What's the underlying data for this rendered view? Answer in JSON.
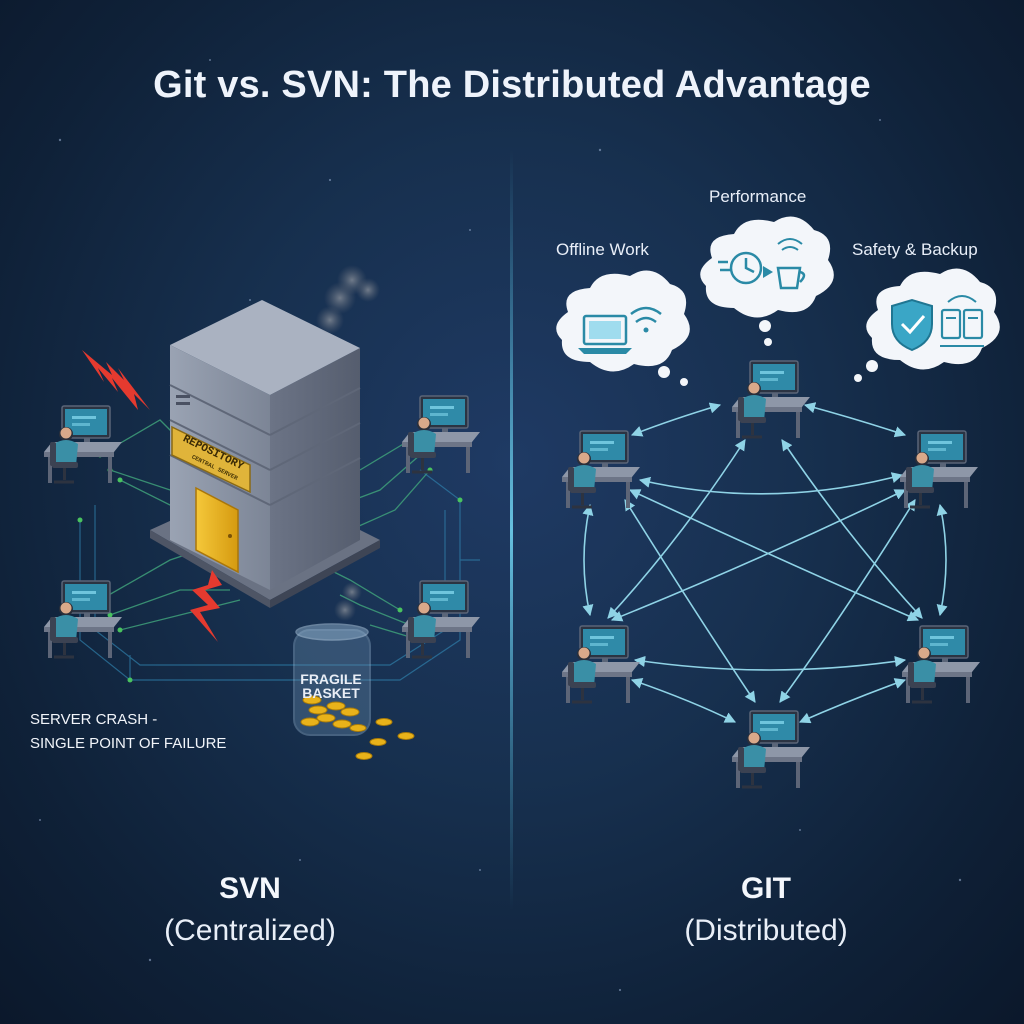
{
  "title": "Git vs. SVN: The Distributed Advantage",
  "svn": {
    "name": "SVN",
    "subtitle": "(Centralized)",
    "server_label": "REPOSITORY",
    "server_sublabel": "CENTRAL SERVER",
    "jar_line1": "FRAGILE",
    "jar_line2": "BASKET",
    "crash_line1": "SERVER CRASH -",
    "crash_line2": "SINGLE POINT OF FAILURE"
  },
  "git": {
    "name": "GIT",
    "subtitle": "(Distributed)",
    "bubbles": [
      {
        "label": "Offline Work",
        "icon": "laptop-wifi-icon"
      },
      {
        "label": "Performance",
        "icon": "clock-coffee-icon"
      },
      {
        "label": "Safety & Backup",
        "icon": "shield-backup-icon"
      }
    ]
  },
  "colors": {
    "accent": "#4fb8d8",
    "line": "#8fd3e6",
    "gold": "#e8b21a",
    "lightning": "#e53a2f",
    "text": "#eef3fb"
  }
}
